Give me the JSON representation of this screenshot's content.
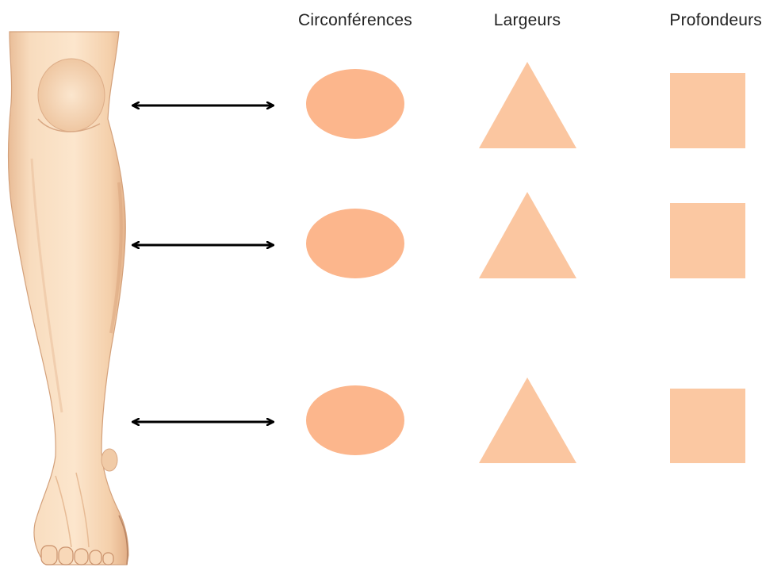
{
  "headers": {
    "circumferences": "Circonférences",
    "widths": "Largeurs",
    "depths": "Profondeurs"
  },
  "rows": [
    {
      "level": "knee"
    },
    {
      "level": "calf"
    },
    {
      "level": "ankle"
    }
  ],
  "colors": {
    "ellipse_fill": "#FCB68C",
    "triangle_fill": "#FBC6A0",
    "square_fill": "#FBC8A2",
    "arrow": "#000000",
    "skin_light": "#FBE3C8",
    "skin_mid": "#F6D1AE",
    "skin_shadow": "#E8B893",
    "skin_outline": "#C9906A"
  },
  "illustration": "leg-anatomy"
}
